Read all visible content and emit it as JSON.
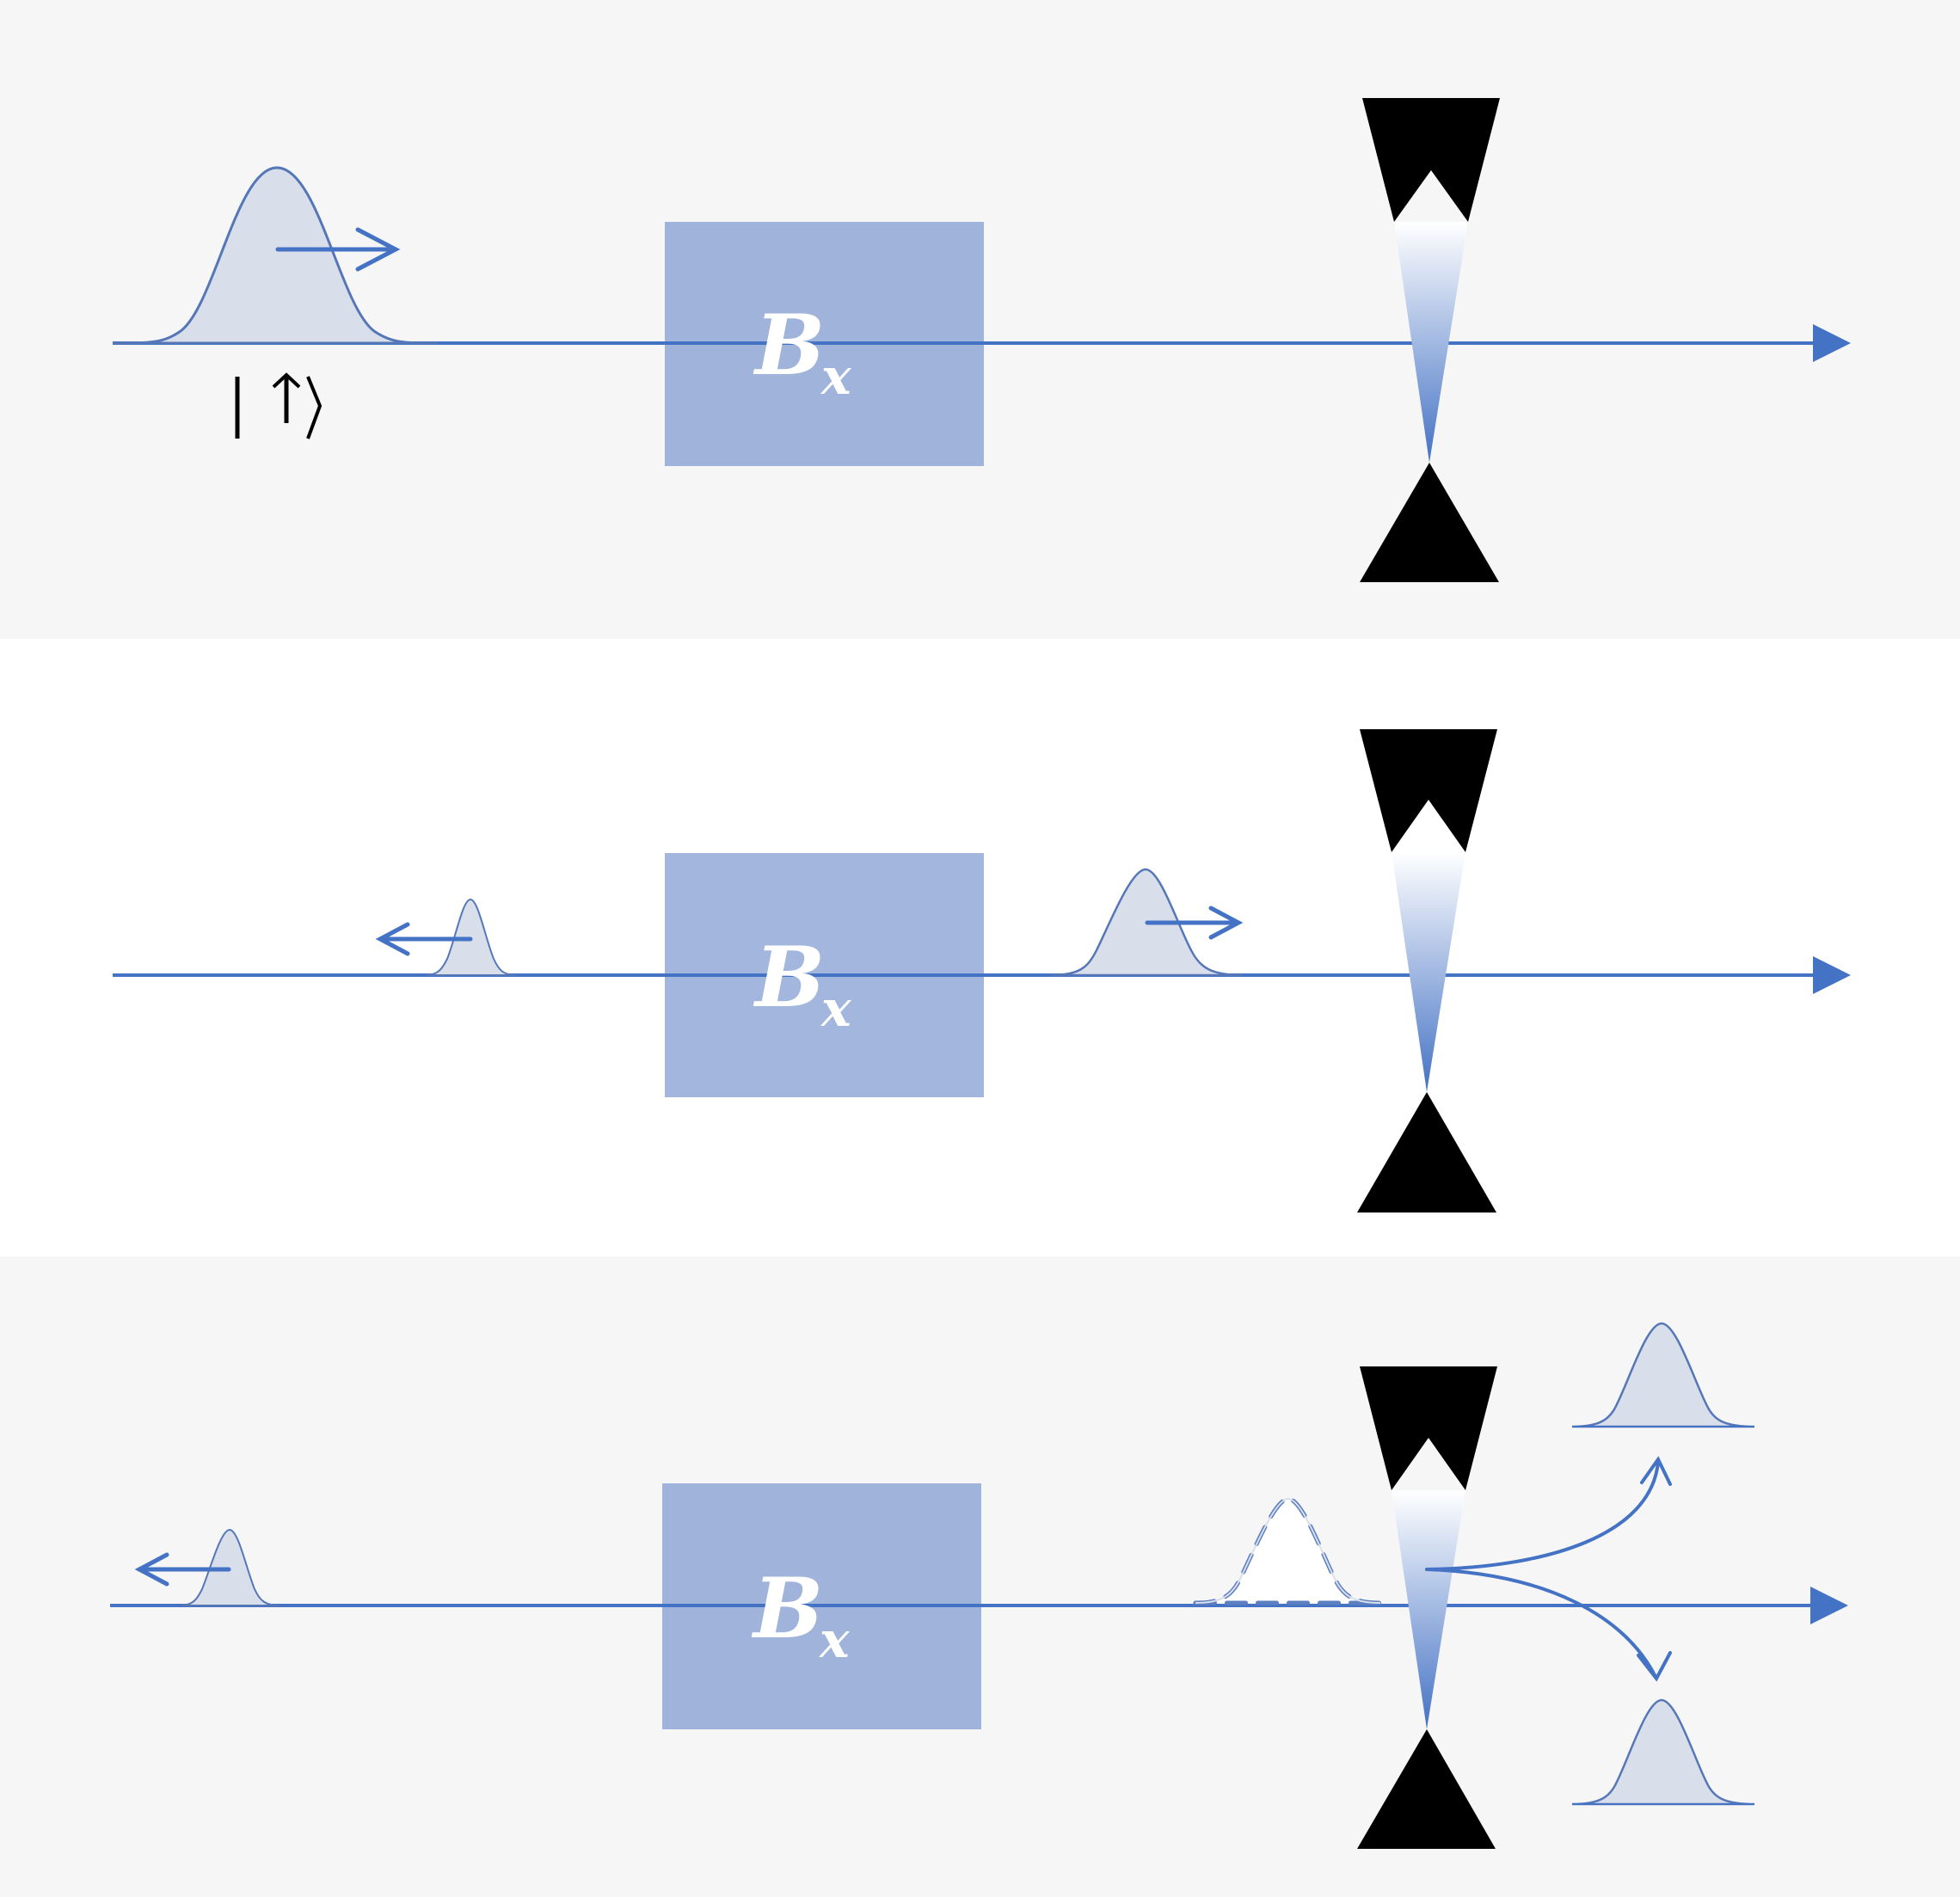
{
  "colors": {
    "panel_gray": "#f6f6f6",
    "panel_white": "#ffffff",
    "axis_blue": "#4472c4",
    "box_fill": "#9fb3db",
    "packet_fill": "#d9dfea",
    "packet_stroke": "#5577b8",
    "tip_black": "#000000",
    "text_white": "#ffffff",
    "dashed_packet_stroke": "#5b7fc0"
  },
  "labels": {
    "field_B": "B",
    "field_sub": "x",
    "spin_state": "| ↑⟩"
  },
  "panels": [
    {
      "name": "stage-1",
      "description_label": ""
    },
    {
      "name": "stage-2",
      "description_label": ""
    },
    {
      "name": "stage-3",
      "description_label": ""
    }
  ]
}
